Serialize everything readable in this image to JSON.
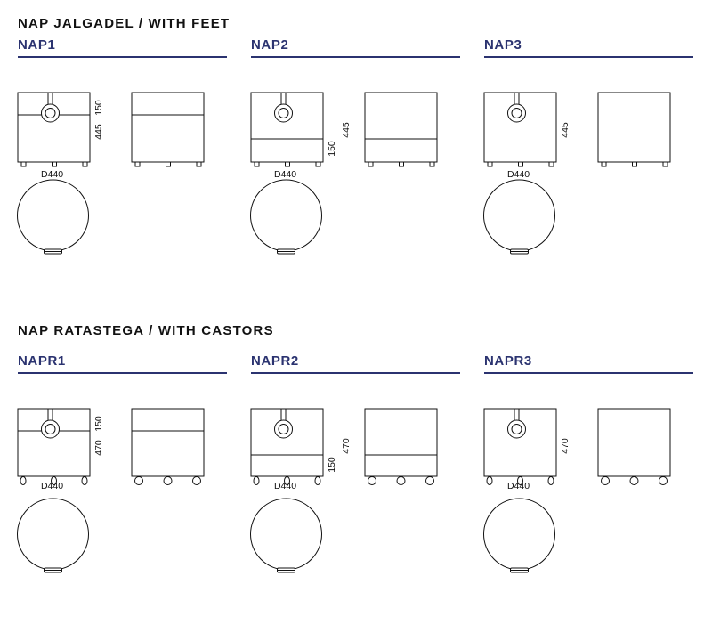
{
  "sections": [
    {
      "title": "NAP JALGADEL / WITH FEET",
      "base": "feet",
      "models": [
        {
          "name": "NAP1",
          "split": "top",
          "height_label": "445",
          "split_label": "150",
          "diameter_label": "D440"
        },
        {
          "name": "NAP2",
          "split": "bottom",
          "height_label": "445",
          "split_label": "150",
          "diameter_label": "D440"
        },
        {
          "name": "NAP3",
          "split": "none",
          "height_label": "445",
          "split_label": "",
          "diameter_label": "D440"
        }
      ]
    },
    {
      "title": "NAP RATASTEGA / WITH CASTORS",
      "base": "castors",
      "models": [
        {
          "name": "NAPR1",
          "split": "top",
          "height_label": "470",
          "split_label": "150",
          "diameter_label": "D440"
        },
        {
          "name": "NAPR2",
          "split": "bottom",
          "height_label": "470",
          "split_label": "150",
          "diameter_label": "D440"
        },
        {
          "name": "NAPR3",
          "split": "none",
          "height_label": "470",
          "split_label": "",
          "diameter_label": "D440"
        }
      ]
    }
  ]
}
